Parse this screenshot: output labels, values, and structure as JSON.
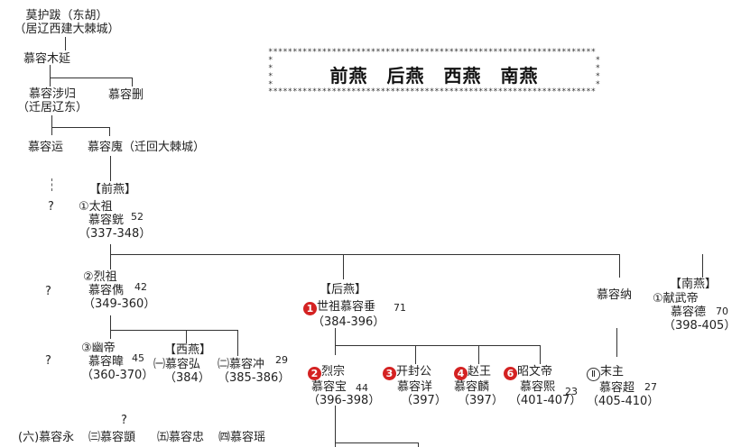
{
  "title": {
    "border_char": "*",
    "text": "前燕　后燕　西燕　南燕"
  },
  "nodes": {
    "mohuba": {
      "name": "莫护跋（东胡）",
      "note": "（居辽西建大棘城）"
    },
    "muyan": {
      "name": "慕容木延"
    },
    "shegui": {
      "name": "慕容涉归",
      "note": "（迁居辽东）"
    },
    "shan": {
      "name": "慕容删"
    },
    "yun": {
      "name": "慕容运"
    },
    "hui": {
      "name": "慕容廆（迁回大棘城）"
    },
    "q1": {
      "name": "?"
    },
    "q2": {
      "name": "?"
    },
    "q3": {
      "name": "?"
    },
    "q4": {
      "name": "?"
    },
    "qianyan": {
      "label": "【前燕】"
    },
    "huang": {
      "marker": "①",
      "title": "太祖",
      "name": "慕容皝",
      "age": "52",
      "years": "（337-348）"
    },
    "jun": {
      "marker": "②",
      "title": "烈祖",
      "name": "慕容儁",
      "age": "42",
      "years": "（349-360）"
    },
    "wei": {
      "marker": "③",
      "title": "幽帝",
      "name": "慕容暐",
      "age": "45",
      "years": "（360-370）"
    },
    "xiyan": {
      "label": "【西燕】"
    },
    "hong": {
      "marker": "㈠",
      "name": "慕容弘",
      "years": "（384）"
    },
    "chong": {
      "marker": "㈡",
      "name": "慕容冲",
      "age": "29",
      "years": "（385-386）"
    },
    "yong": {
      "marker": "(六)",
      "name": "慕容永"
    },
    "yi": {
      "marker": "㈢",
      "name": "慕容顗"
    },
    "zhong": {
      "marker": "㈤",
      "name": "慕容忠"
    },
    "yao": {
      "marker": "㈣",
      "name": "慕容瑶"
    },
    "houyan": {
      "label": "【后燕】"
    },
    "chui": {
      "marker": "1",
      "title": "世祖",
      "name": "慕容垂",
      "age": "71",
      "years": "（384-396）"
    },
    "bao": {
      "marker": "2",
      "title": "烈宗",
      "name": "慕容宝",
      "age": "44",
      "years": "（396-398）"
    },
    "xiang": {
      "marker": "3",
      "title": "开封公",
      "name": "慕容详",
      "years": "（397）"
    },
    "lin": {
      "marker": "4",
      "title": "赵王",
      "name": "慕容麟",
      "years": "（397）"
    },
    "xi": {
      "marker": "6",
      "title": "昭文帝",
      "name": "慕容熙",
      "age": "23",
      "years": "（401-407）"
    },
    "na": {
      "name": "慕容纳"
    },
    "chao": {
      "marker": "Ⅱ",
      "title": "末主",
      "name": "慕容超",
      "age": "27",
      "years": "（405-410）"
    },
    "nanyan": {
      "label": "【南燕】"
    },
    "de": {
      "marker": "①",
      "title": "献武帝",
      "name": "慕容德",
      "age": "70",
      "years": "（398-405）"
    }
  },
  "colors": {
    "line": "#333333",
    "reign_marker": "#d42222",
    "text": "#222222"
  }
}
